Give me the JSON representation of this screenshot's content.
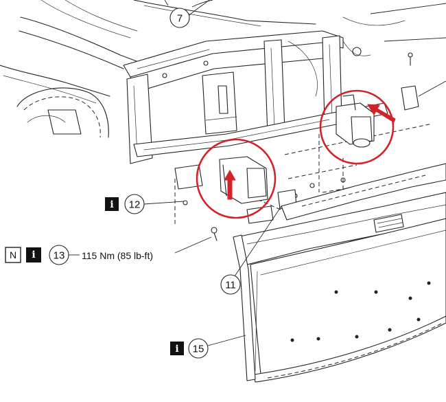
{
  "callouts": [
    {
      "id": "c7",
      "number": "7"
    },
    {
      "id": "c11",
      "number": "11"
    },
    {
      "id": "c12",
      "number": "12",
      "info_badge": "i"
    },
    {
      "id": "c13",
      "number": "13",
      "new_badge": "N",
      "info_badge": "i",
      "spec": "115 Nm (85 lb-ft)"
    },
    {
      "id": "c15",
      "number": "15",
      "info_badge": "i"
    }
  ],
  "highlight_color": "#d2232a"
}
